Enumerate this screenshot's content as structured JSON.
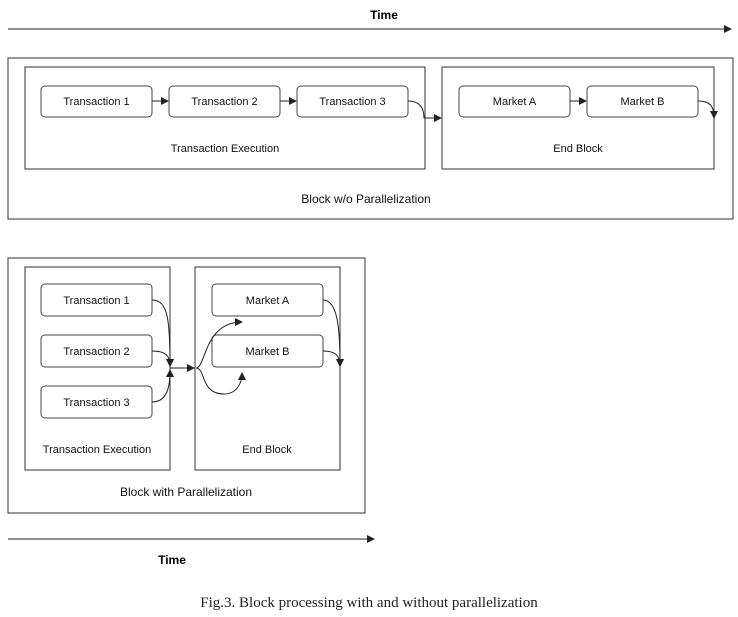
{
  "top_time_label": "Time",
  "bottom_time_label": "Time",
  "sequential": {
    "container_label": "Block w/o Parallelization",
    "execution_group_label": "Transaction Execution",
    "end_group_label": "End Block",
    "transactions": [
      "Transaction 1",
      "Transaction 2",
      "Transaction 3"
    ],
    "markets": [
      "Market A",
      "Market B"
    ]
  },
  "parallel": {
    "container_label": "Block with Parallelization",
    "execution_group_label": "Transaction Execution",
    "end_group_label": "End Block",
    "transactions": [
      "Transaction 1",
      "Transaction 2",
      "Transaction 3"
    ],
    "markets": [
      "Market A",
      "Market B"
    ]
  },
  "caption": "Fig.3. Block processing with and without parallelization"
}
